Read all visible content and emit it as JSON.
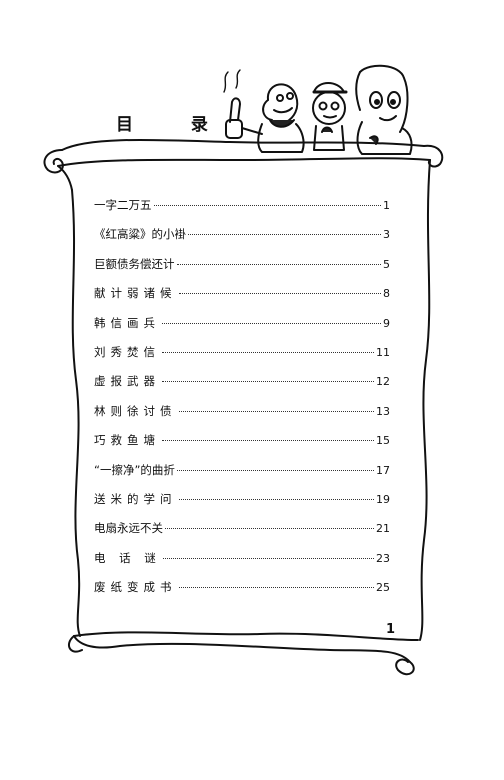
{
  "heading": "目  录",
  "toc": [
    {
      "title": "一字二万五",
      "page": "1"
    },
    {
      "title": "《红高粱》的小褂",
      "page": "3"
    },
    {
      "title": "巨额债务偿还计",
      "page": "5"
    },
    {
      "title": "献计弱诸候",
      "page": "8"
    },
    {
      "title": "韩信画兵",
      "page": "9"
    },
    {
      "title": "刘秀焚信",
      "page": "11"
    },
    {
      "title": "虚报武器",
      "page": "12"
    },
    {
      "title": "林则徐讨债",
      "page": "13"
    },
    {
      "title": "巧救鱼塘",
      "page": "15"
    },
    {
      "title": "“一擦净”的曲折",
      "page": "17"
    },
    {
      "title": "送米的学问",
      "page": "19"
    },
    {
      "title": "电扇永远不关",
      "page": "21"
    },
    {
      "title": "电  话  谜",
      "page": "23"
    },
    {
      "title": "废纸变成书",
      "page": "25"
    }
  ],
  "page_number": "1"
}
